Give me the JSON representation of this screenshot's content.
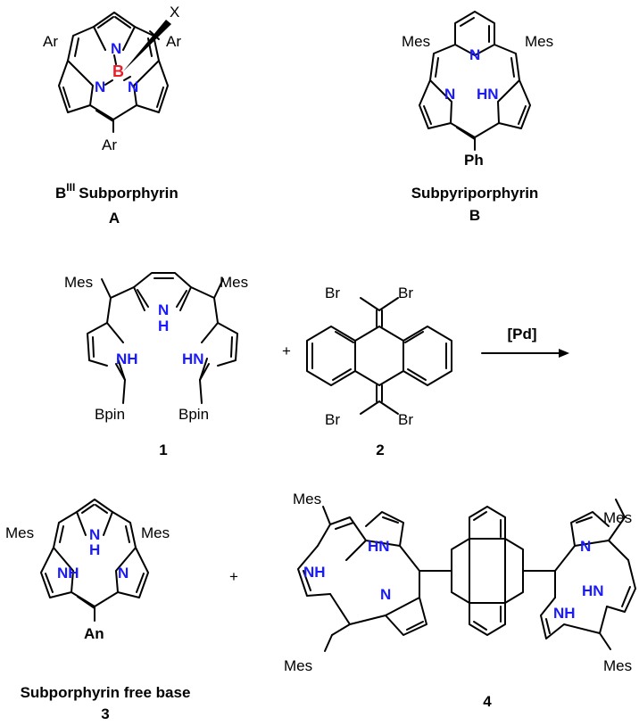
{
  "colors": {
    "nitrogen": "#1a1aff",
    "boron": "#e8202a",
    "bond": "#000000"
  },
  "compound_A": {
    "name": "Subporphyrin",
    "name_prefix": "B",
    "name_superscript": "III",
    "label": "A",
    "axial": "X",
    "boron": "B",
    "substituent_top_left": "Ar",
    "substituent_top_right": "Ar",
    "substituent_bottom": "Ar",
    "n1": "N",
    "n2": "N",
    "n3": "N"
  },
  "compound_B": {
    "name": "Subpyriporphyrin",
    "label": "B",
    "mes_left": "Mes",
    "mes_right": "Mes",
    "bottom": "Ph",
    "n_pyridine": "N",
    "n_left": "N",
    "nh_right": "HN"
  },
  "compound_1": {
    "label": "1",
    "mes_left": "Mes",
    "mes_right": "Mes",
    "nh_center": "N",
    "h_center": "H",
    "nh_left": "NH",
    "nh_right": "HN",
    "bpin_left": "Bpin",
    "bpin_right": "Bpin"
  },
  "plus_1": "+",
  "compound_2": {
    "label": "2",
    "br_tl": "Br",
    "br_tr": "Br",
    "br_bl": "Br",
    "br_br": "Br"
  },
  "arrow": {
    "reagent": "[Pd]"
  },
  "compound_3": {
    "name": "Subporphyrin free base",
    "label": "3",
    "mes_left": "Mes",
    "mes_right": "Mes",
    "bottom": "An",
    "n_top": "N",
    "h_top": "H",
    "nh_left": "NH",
    "n_right": "N"
  },
  "plus_2": "+",
  "compound_4": {
    "label": "4",
    "mes_tl": "Mes",
    "mes_bl": "Mes",
    "mes_tr": "Mes",
    "mes_br": "Mes",
    "hn_left_top": "HN",
    "nh_left": "NH",
    "n_left_bottom": "N",
    "n_right_top": "N",
    "hn_right": "HN",
    "nh_right_bottom": "NH"
  }
}
